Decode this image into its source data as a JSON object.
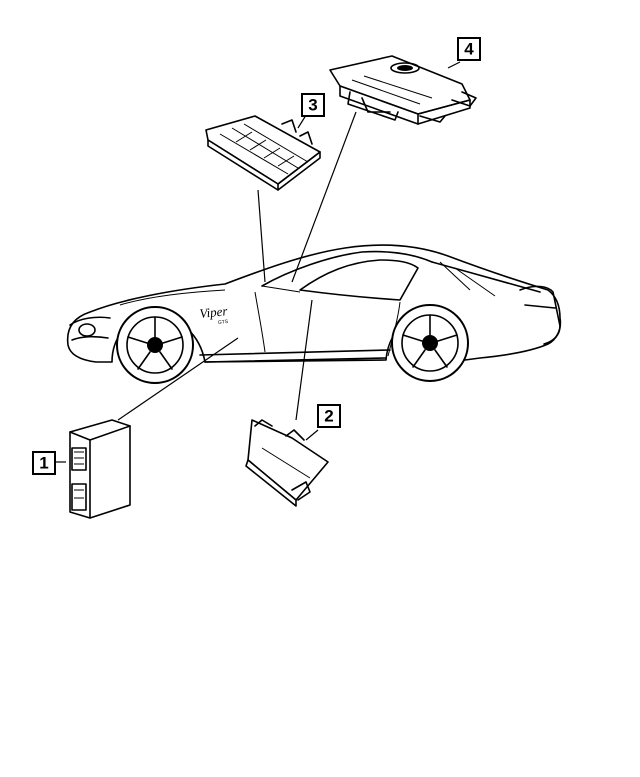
{
  "callouts": [
    {
      "id": "1",
      "label": "1"
    },
    {
      "id": "2",
      "label": "2"
    },
    {
      "id": "3",
      "label": "3"
    },
    {
      "id": "4",
      "label": "4"
    }
  ],
  "car": {
    "badge_text": "Viper",
    "badge_sub": "GTS"
  }
}
